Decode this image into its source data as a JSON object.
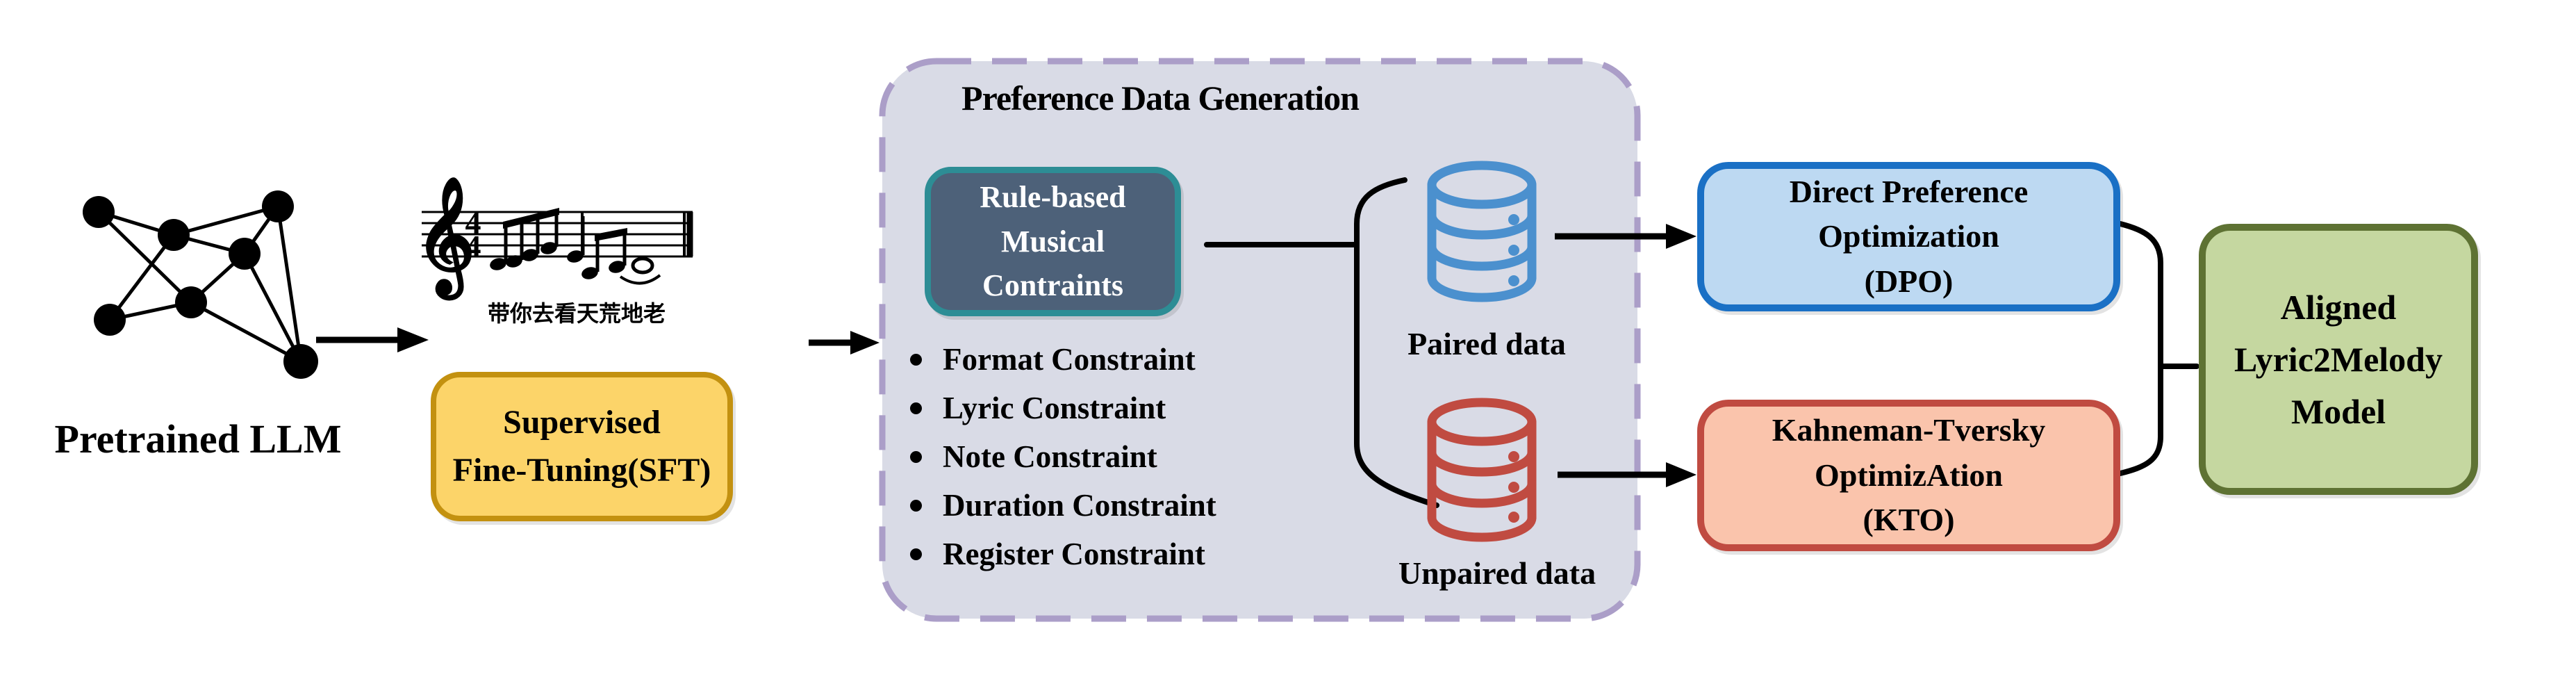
{
  "figure": {
    "pretrained_label": "Pretrained LLM",
    "clef_glyph": "𝄞",
    "time_signature_top": "4",
    "time_signature_bottom": "4",
    "lyrics": "带你去看天荒地老",
    "sft_lines": [
      "Supervised",
      "Fine-Tuning(SFT)"
    ],
    "preference_group": {
      "title": "Preference Data Generation",
      "rule_box_lines": [
        "Rule-based",
        "Musical",
        "Contraints"
      ],
      "constraints": [
        "Format Constraint",
        "Lyric Constraint",
        "Note Constraint",
        "Duration Constraint",
        "Register Constraint"
      ],
      "paired_label": "Paired data",
      "unpaired_label": "Unpaired data"
    },
    "dpo_lines": [
      "Direct Preference",
      "Optimization",
      "(DPO)"
    ],
    "kto_lines": [
      "Kahneman-Tversky",
      "OptimizAtion",
      "(KTO)"
    ],
    "aligned_lines": [
      "Aligned",
      "Lyric2Melody",
      "Model"
    ]
  },
  "colors": {
    "ink": "#000000",
    "pref_fill": "#d9dbe6",
    "pref_border": "#ab9ec8",
    "rule_fill": "#4d6179",
    "rule_border": "#2d8d95",
    "rule_text": "#ffffff",
    "sft_fill": "#fcd469",
    "sft_border": "#c39110",
    "dpo_fill": "#bdd9f2",
    "dpo_border": "#1a70c5",
    "kto_fill": "#fac4ac",
    "kto_border": "#c04b41",
    "aligned_fill": "#c5d7a0",
    "aligned_border": "#5e7233",
    "paired_db": "#4b90ce",
    "unpaired_db": "#c04b41"
  }
}
